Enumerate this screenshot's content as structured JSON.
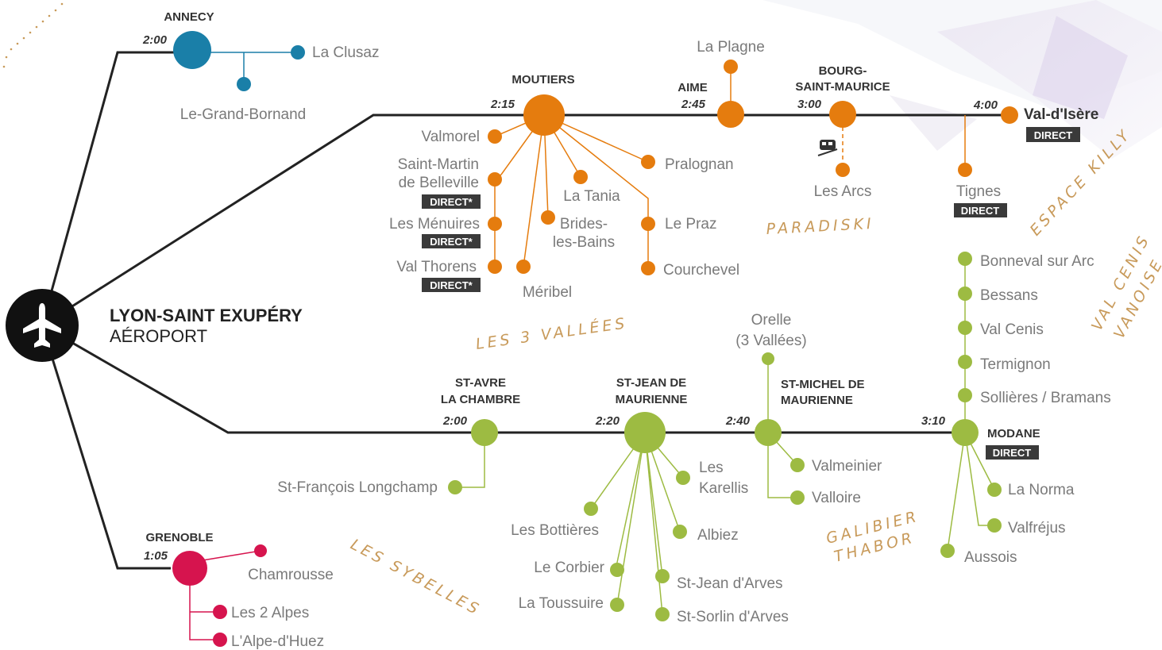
{
  "colors": {
    "annecy": "#1a7fa8",
    "tarentaise": "#e57c0e",
    "maurienne": "#9dbb42",
    "grenoble": "#d6144e",
    "trunk": "#222222",
    "badge": "#3a3a3a",
    "region": "#c89a5a"
  },
  "airport": {
    "name": "LYON-SAINT EXUPÉRY",
    "type": "AÉROPORT",
    "icon": "plane-icon"
  },
  "annecy": {
    "hub": "ANNECY",
    "time": "2:00",
    "stations": [
      "La Clusaz",
      "Le-Grand-Bornand"
    ]
  },
  "tarentaise": {
    "moutiers": {
      "hub": "MOUTIERS",
      "time": "2:15"
    },
    "aime": {
      "hub": "AIME",
      "time": "2:45",
      "station": "La Plagne"
    },
    "bsm": {
      "hub_line1": "BOURG-",
      "hub_line2": "SAINT-MAURICE",
      "time": "3:00",
      "station": "Les Arcs",
      "funicular_icon": "funicular-icon"
    },
    "valdisere": {
      "time": "4:00",
      "name": "Val-d'Isère",
      "badge": "DIRECT",
      "tignes": "Tignes",
      "tignes_badge": "DIRECT"
    },
    "stations": {
      "valmorel": "Valmorel",
      "stmartin_1": "Saint-Martin",
      "stmartin_2": "de Belleville",
      "stmartin_badge": "DIRECT*",
      "menuires": "Les Ménuires",
      "menuires_badge": "DIRECT*",
      "valthorens": "Val Thorens",
      "valthorens_badge": "DIRECT*",
      "meribel": "Méribel",
      "latania": "La Tania",
      "brides_1": "Brides-",
      "brides_2": "les-Bains",
      "pralognan": "Pralognan",
      "lepraz": "Le Praz",
      "courchevel": "Courchevel"
    }
  },
  "maurienne": {
    "stavre": {
      "hub_line1": "ST-AVRE",
      "hub_line2": "LA CHAMBRE",
      "time": "2:00",
      "station": "St-François Longchamp"
    },
    "stjean": {
      "hub_line1": "ST-JEAN DE",
      "hub_line2": "MAURIENNE",
      "time": "2:20",
      "karellis_1": "Les",
      "karellis_2": "Karellis",
      "bottieres": "Les Bottières",
      "albiez": "Albiez",
      "corbier": "Le Corbier",
      "toussuire": "La Toussuire",
      "starves": "St-Jean d'Arves",
      "stsorlin": "St-Sorlin d'Arves"
    },
    "stmichel": {
      "hub_line1": "ST-MICHEL DE",
      "hub_line2": "MAURIENNE",
      "time": "2:40",
      "orelle_1": "Orelle",
      "orelle_2": "(3 Vallées)",
      "valmeinier": "Valmeinier",
      "valloire": "Valloire"
    },
    "modane": {
      "hub": "MODANE",
      "time": "3:10",
      "badge": "DIRECT",
      "north": [
        "Bonneval sur Arc",
        "Bessans",
        "Val Cenis",
        "Termignon",
        "Sollières / Bramans"
      ],
      "lanorma": "La Norma",
      "valfrejus": "Valfréjus",
      "aussois": "Aussois"
    }
  },
  "grenoble": {
    "hub": "GRENOBLE",
    "time": "1:05",
    "stations": [
      "Chamrousse",
      "Les 2 Alpes",
      "L'Alpe-d'Huez"
    ]
  },
  "regions": {
    "paradiski": "PARADISKI",
    "espace_killy": "ESPACE KILLY",
    "val_cenis_1": "VAL CENIS",
    "val_cenis_2": "VANOISE",
    "trois_vallees": "LES 3 VALLÉES",
    "galibier_1": "GALIBIER",
    "galibier_2": "THABOR",
    "sybelles": "LES SYBELLES"
  }
}
